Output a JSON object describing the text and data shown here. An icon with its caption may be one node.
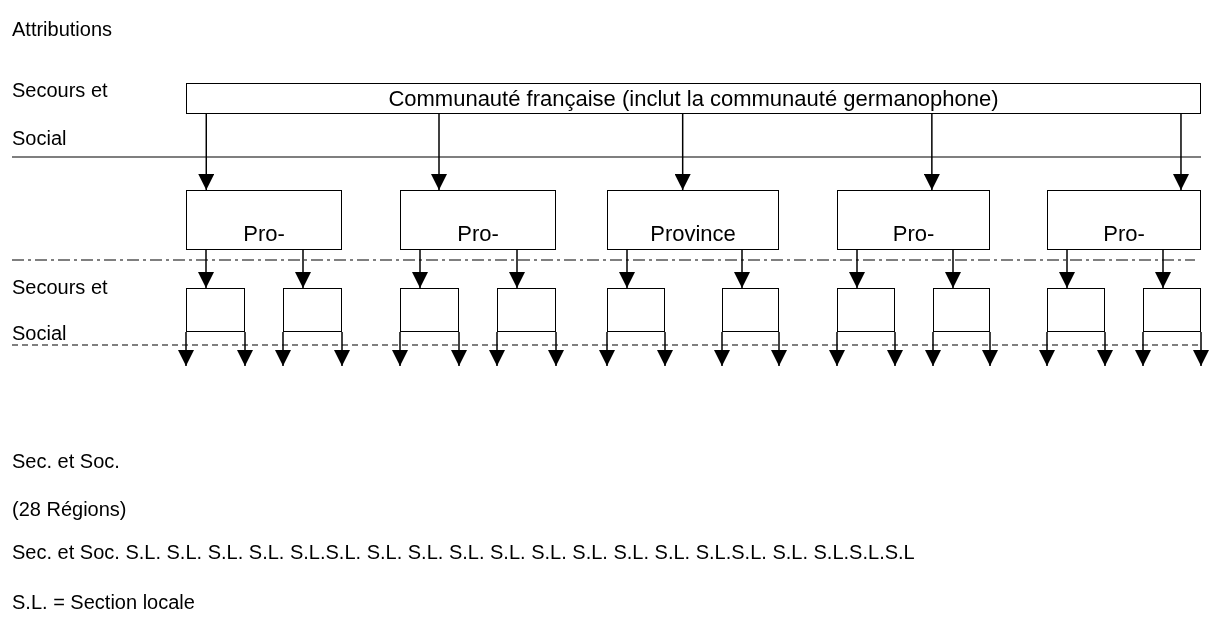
{
  "diagram": {
    "nodes": [
      {
        "text": [
          "Communauté française (inclut la communauté germanophone)"
        ]
      },
      {
        "text": [
          "Pro-"
        ]
      },
      {
        "text": [
          "Pro-"
        ]
      },
      {
        "text": [
          "Province"
        ]
      },
      {
        "text": [
          "Pro-"
        ]
      },
      {
        "text": [
          "Pro-"
        ]
      },
      {
        "text": [],
        "shape": "box"
      },
      {
        "text": [],
        "shape": "box"
      },
      {
        "text": [],
        "shape": "box"
      },
      {
        "text": [],
        "shape": "box"
      },
      {
        "text": [],
        "shape": "box"
      },
      {
        "text": [],
        "shape": "box"
      },
      {
        "text": [],
        "shape": "box"
      },
      {
        "text": [],
        "shape": "box"
      },
      {
        "text": [],
        "shape": "box"
      },
      {
        "text": [],
        "shape": "box"
      }
    ],
    "edges": [
      {
        "from": 0,
        "to": 1,
        "arrow": "to"
      },
      {
        "from": 0,
        "to": 2,
        "arrow": "to"
      },
      {
        "from": 0,
        "to": 3,
        "arrow": "to"
      },
      {
        "from": 0,
        "to": 4,
        "arrow": "to"
      },
      {
        "from": 0,
        "to": 5,
        "arrow": "to"
      },
      {
        "from": 1,
        "to": 6,
        "arrow": "to"
      },
      {
        "from": 1,
        "to": 7,
        "arrow": "to"
      },
      {
        "from": 2,
        "to": 8,
        "arrow": "to"
      },
      {
        "from": 2,
        "to": 9,
        "arrow": "to"
      },
      {
        "from": 3,
        "to": 10,
        "arrow": "to"
      },
      {
        "from": 3,
        "to": 11,
        "arrow": "to"
      },
      {
        "from": 4,
        "to": 12,
        "arrow": "to"
      },
      {
        "from": 4,
        "to": 13,
        "arrow": "to"
      },
      {
        "from": 5,
        "to": 14,
        "arrow": "to"
      },
      {
        "from": 5,
        "to": 15,
        "arrow": "to"
      },
      {
        "from": 6,
        "to": null,
        "arrow": "to"
      },
      {
        "from": 6,
        "to": null,
        "arrow": "to"
      },
      {
        "from": 7,
        "to": null,
        "arrow": "to"
      },
      {
        "from": 7,
        "to": null,
        "arrow": "to"
      },
      {
        "from": 8,
        "to": null,
        "arrow": "to"
      },
      {
        "from": 8,
        "to": null,
        "arrow": "to"
      },
      {
        "from": 9,
        "to": null,
        "arrow": "to"
      },
      {
        "from": 9,
        "to": null,
        "arrow": "to"
      },
      {
        "from": 10,
        "to": null,
        "arrow": "to"
      },
      {
        "from": 10,
        "to": null,
        "arrow": "to"
      },
      {
        "from": 11,
        "to": null,
        "arrow": "to"
      },
      {
        "from": 11,
        "to": null,
        "arrow": "to"
      },
      {
        "from": 12,
        "to": null,
        "arrow": "to"
      },
      {
        "from": 12,
        "to": null,
        "arrow": "to"
      },
      {
        "from": 13,
        "to": null,
        "arrow": "to"
      },
      {
        "from": 13,
        "to": null,
        "arrow": "to"
      },
      {
        "from": 14,
        "to": null,
        "arrow": "to"
      },
      {
        "from": 14,
        "to": null,
        "arrow": "to"
      },
      {
        "from": 15,
        "to": null,
        "arrow": "to"
      },
      {
        "from": 15,
        "to": null,
        "arrow": "to"
      }
    ],
    "labels": [
      "Attributions",
      "Secours et Social",
      "Secours et Social",
      "Sec. et Soc.",
      "(28 Régions)",
      "Sec. et Soc. S.L. S.L. S.L. S.L. S.L.S.L. S.L. S.L. S.L. S.L. S.L. S.L. S.L. S.L. S.L.S.L. S.L. S.L.S.L.S.L",
      "S.L. = Section locale"
    ]
  }
}
